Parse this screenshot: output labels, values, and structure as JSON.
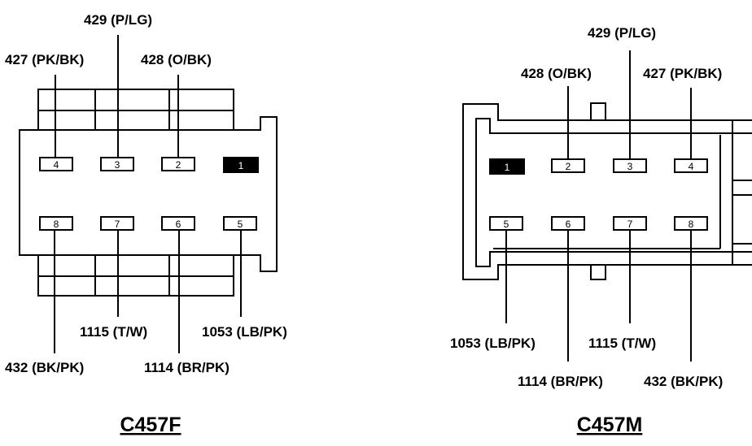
{
  "left_connector": {
    "title": "C457F",
    "wires": {
      "w429": "429 (P/LG)",
      "w427": "427 (PK/BK)",
      "w428": "428 (O/BK)",
      "w1115": "1115 (T/W)",
      "w1053": "1053 (LB/PK)",
      "w432": "432 (BK/PK)",
      "w1114": "1114 (BR/PK)"
    },
    "pins": {
      "p1": "1",
      "p2": "2",
      "p3": "3",
      "p4": "4",
      "p5": "5",
      "p6": "6",
      "p7": "7",
      "p8": "8"
    }
  },
  "right_connector": {
    "title": "C457M",
    "wires": {
      "w429": "429 (P/LG)",
      "w428": "428 (O/BK)",
      "w427": "427 (PK/BK)",
      "w1053": "1053 (LB/PK)",
      "w1115": "1115 (T/W)",
      "w1114": "1114 (BR/PK)",
      "w432": "432 (BK/PK)"
    },
    "pins": {
      "p1": "1",
      "p2": "2",
      "p3": "3",
      "p4": "4",
      "p5": "5",
      "p6": "6",
      "p7": "7",
      "p8": "8"
    }
  },
  "colors": {
    "line": "#000000",
    "background": "#ffffff",
    "filled_pin": "#000000"
  }
}
